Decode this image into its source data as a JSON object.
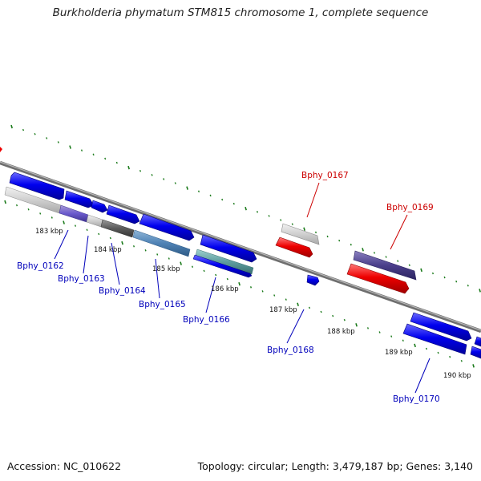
{
  "title": "Burkholderia phymatum STM815 chromosome 1, complete sequence",
  "footer": {
    "accession": "Accession: NC_010622",
    "topology": "Topology: circular; Length: 3,479,187 bp; Genes: 3,140"
  },
  "colors": {
    "forward_gene": "#0000ee",
    "reverse_gene": "#ee0000",
    "label_blue": "#0000bb",
    "label_red": "#cc0000",
    "tick": "#1a7a1a",
    "backbone": "#888888"
  },
  "kbp_labels": [
    "183 kbp",
    "184 kbp",
    "185 kbp",
    "186 kbp",
    "187 kbp",
    "188 kbp",
    "189 kbp",
    "190 kbp"
  ],
  "gene_labels": [
    {
      "text": "Bphy_0162",
      "color": "blue"
    },
    {
      "text": "Bphy_0163",
      "color": "blue"
    },
    {
      "text": "Bphy_0164",
      "color": "blue"
    },
    {
      "text": "Bphy_0165",
      "color": "blue"
    },
    {
      "text": "Bphy_0166",
      "color": "blue"
    },
    {
      "text": "Bphy_0167",
      "color": "red"
    },
    {
      "text": "Bphy_0168",
      "color": "blue"
    },
    {
      "text": "Bphy_0169",
      "color": "red"
    },
    {
      "text": "Bphy_0170",
      "color": "blue"
    }
  ]
}
